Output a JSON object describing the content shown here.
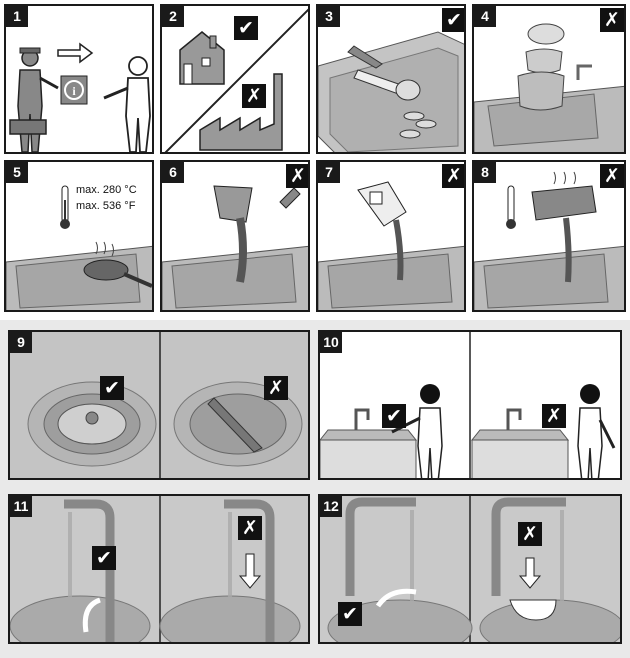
{
  "panels": {
    "p1": {
      "number": "1"
    },
    "p2": {
      "number": "2",
      "icon_top": "checkmark",
      "icon_bottom": "cross"
    },
    "p3": {
      "number": "3",
      "icon": "checkmark"
    },
    "p4": {
      "number": "4",
      "icon": "cross"
    },
    "p5": {
      "number": "5",
      "temp_c": "max. 280 °C",
      "temp_f": "max. 536 °F"
    },
    "p6": {
      "number": "6",
      "icon": "cross"
    },
    "p7": {
      "number": "7",
      "icon": "cross"
    },
    "p8": {
      "number": "8",
      "icon": "cross"
    },
    "p9": {
      "number": "9",
      "icon_left": "checkmark",
      "icon_right": "cross"
    },
    "p10": {
      "number": "10",
      "icon_left": "checkmark",
      "icon_right": "cross"
    },
    "p11": {
      "number": "11",
      "icon_left": "checkmark",
      "icon_right": "cross"
    },
    "p12": {
      "number": "12",
      "icon_left": "checkmark",
      "icon_right": "cross"
    }
  },
  "glyphs": {
    "check": "✔",
    "cross": "✗",
    "info": "i"
  },
  "colors": {
    "frame": "#1a1a1a",
    "steel": "#b9b9b9",
    "steel_dark": "#8a8a8a",
    "group_bg": "#e9e9e9"
  }
}
